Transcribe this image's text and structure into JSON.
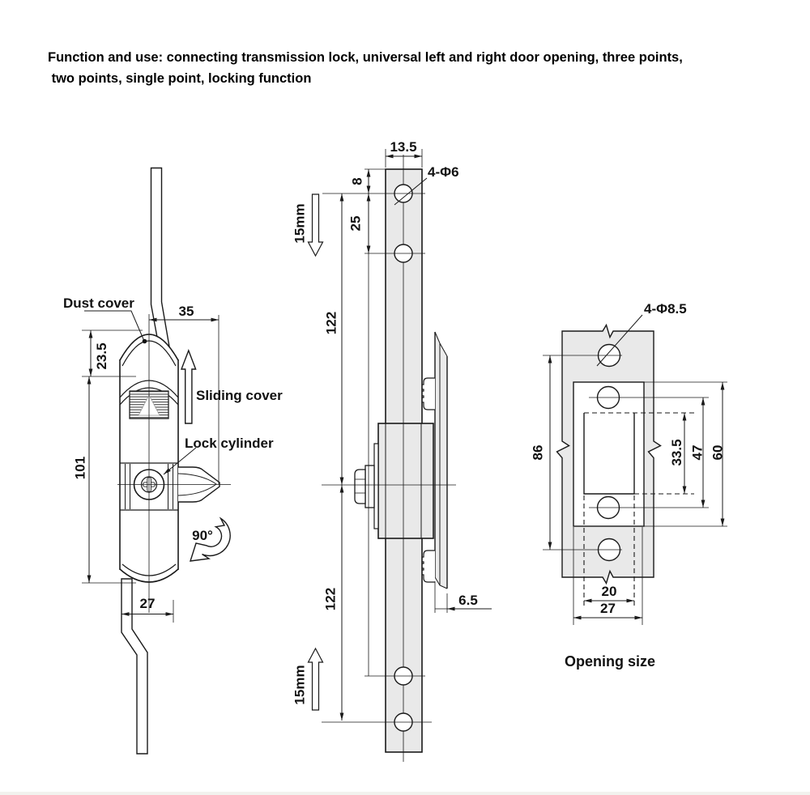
{
  "header": {
    "text": "Function and use: connecting transmission lock, universal left and right door opening, three points,\n two points, single point, locking function"
  },
  "left_view": {
    "label_dust_cover": "Dust cover",
    "label_sliding_cover": "Sliding cover",
    "label_lock_cylinder": "Lock cylinder",
    "dim_top_width": "35",
    "dim_cover_height": "23.5",
    "dim_body_height": "101",
    "dim_rod_offset": "27",
    "rotation_angle": "90°"
  },
  "middle_view": {
    "dim_bar_width": "13.5",
    "hole_callout": "4-Φ6",
    "dim_hole_top": "8",
    "dim_hole_pitch": "25",
    "dim_length_upper": "122",
    "dim_length_lower": "122",
    "travel_top": "15mm",
    "travel_bottom": "15mm",
    "dim_plate_thickness": "6.5"
  },
  "right_view": {
    "hole_callout": "4-Φ8.5",
    "dim_total_height": "86",
    "dim_cutout_height": "33.5",
    "dim_hole_pitch": "47",
    "dim_opening_height": "60",
    "dim_cutout_width": "20",
    "dim_opening_width": "27",
    "caption": "Opening size"
  },
  "colors": {
    "line": "#1a1a1a",
    "metal_fill": "#e9e9e9",
    "background": "#ffffff",
    "footer_bar": "#f2f2ee"
  }
}
